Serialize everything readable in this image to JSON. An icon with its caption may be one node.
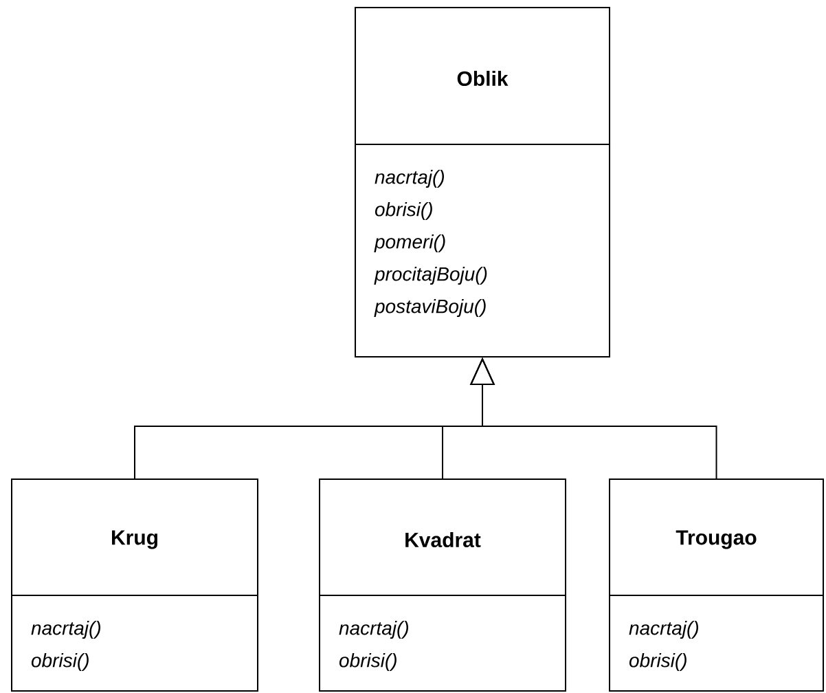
{
  "diagram": {
    "nodes": [
      {
        "text": [
          "Oblik",
          "nacrtaj()",
          "obrisi()",
          "pomeri()",
          "procitajBoju()",
          "postaviBoju()"
        ]
      },
      {
        "text": [
          "Krug",
          "nacrtaj()",
          "obrisi()"
        ]
      },
      {
        "text": [
          "Kvadrat",
          "nacrtaj()",
          "obrisi()"
        ]
      },
      {
        "text": [
          "Trougao",
          "nacrtaj()",
          "obrisi()"
        ]
      }
    ],
    "edges": [
      {
        "from": 1,
        "to": 0,
        "arrow": "to"
      },
      {
        "from": 2,
        "to": 0,
        "arrow": "to"
      },
      {
        "from": 3,
        "to": 0,
        "arrow": "to"
      }
    ]
  }
}
